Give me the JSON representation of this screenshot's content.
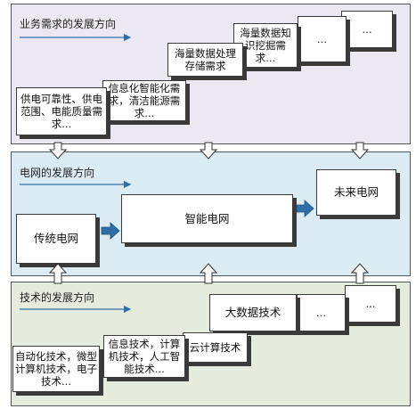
{
  "demand": {
    "title": "业务需求的发展方向",
    "items": [
      "供电可靠性、供电范围、电能质量需求...",
      "信息化智能化需求，清洁能源需求...",
      "海量数据处理存储需求",
      "海量数据知识挖掘需求...",
      "...",
      "..."
    ]
  },
  "grid": {
    "title": "电网的发展方向",
    "items": [
      "传统电网",
      "智能电网",
      "未来电网"
    ]
  },
  "tech": {
    "title": "技术的发展方向",
    "items": [
      "自动化技术，微型计算机技术，电子技术...",
      "信息技术，计算机技术，人工智能技术...",
      "云计算技术",
      "大数据技术",
      "...",
      "..."
    ]
  },
  "colors": {
    "demand_bg": "#ece8f1",
    "grid_bg": "#daebf3",
    "tech_bg": "#e5ecde",
    "arrow_blue": "#2f6fa8"
  }
}
